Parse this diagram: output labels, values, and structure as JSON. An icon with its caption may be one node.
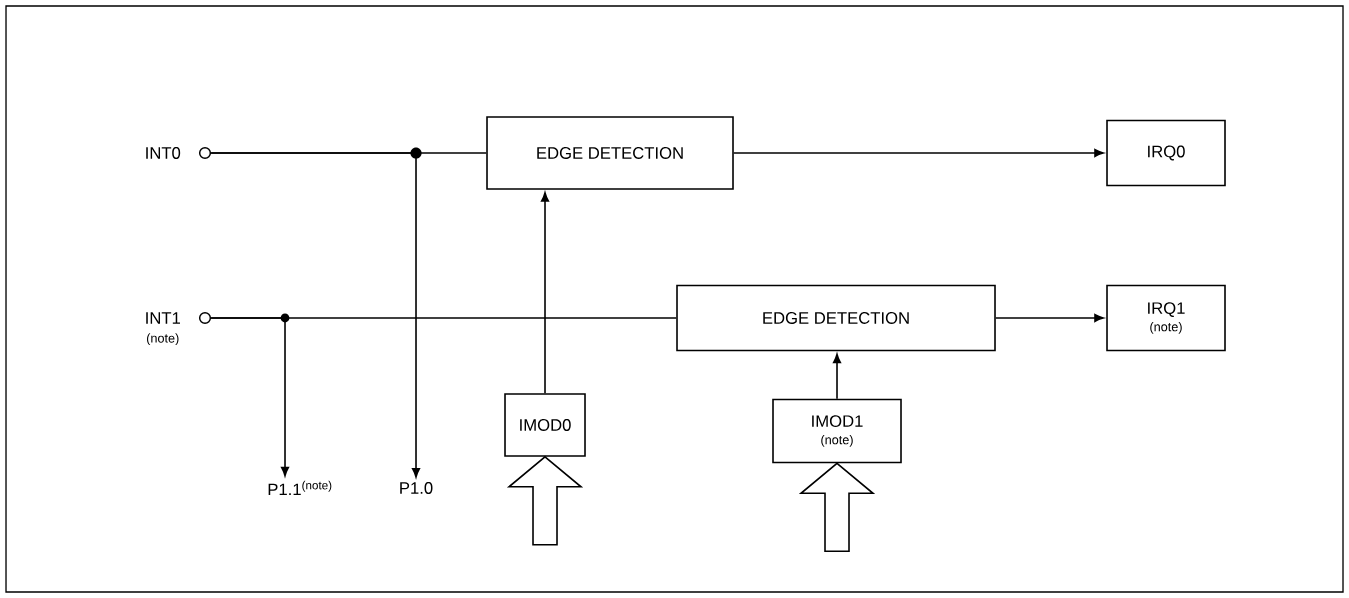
{
  "diagram": {
    "nodes": [
      {
        "text": [],
        "shape": "circle",
        "beside": [
          "INT0"
        ]
      },
      {
        "text": [],
        "shape": "circle",
        "beside": [
          "INT1",
          "(note)"
        ]
      },
      {
        "text": [
          "EDGE DETECTION"
        ]
      },
      {
        "text": [
          "IRQ0"
        ]
      },
      {
        "text": [
          "EDGE DETECTION"
        ]
      },
      {
        "text": [
          "IRQ1",
          "(note)"
        ]
      },
      {
        "text": [
          "IMOD0"
        ]
      },
      {
        "text": [
          "IMOD1",
          "(note)"
        ]
      },
      {
        "text": [
          "P1.1$^{(note)}$"
        ]
      },
      {
        "text": [
          "P1.0"
        ]
      }
    ],
    "edges": [
      {
        "from": 0,
        "to": 2,
        "arrow": "none"
      },
      {
        "from": 0,
        "to": 9,
        "arrow": "to"
      },
      {
        "from": 1,
        "to": 4,
        "arrow": "none"
      },
      {
        "from": 1,
        "to": 8,
        "arrow": "to"
      },
      {
        "from": 2,
        "to": 3,
        "arrow": "to"
      },
      {
        "from": 4,
        "to": 5,
        "arrow": "to"
      },
      {
        "from": 6,
        "to": 2,
        "arrow": "to"
      },
      {
        "from": 7,
        "to": 4,
        "arrow": "to"
      },
      {
        "from": null,
        "to": 6,
        "arrow": "to"
      },
      {
        "from": null,
        "to": 7,
        "arrow": "to"
      }
    ]
  }
}
